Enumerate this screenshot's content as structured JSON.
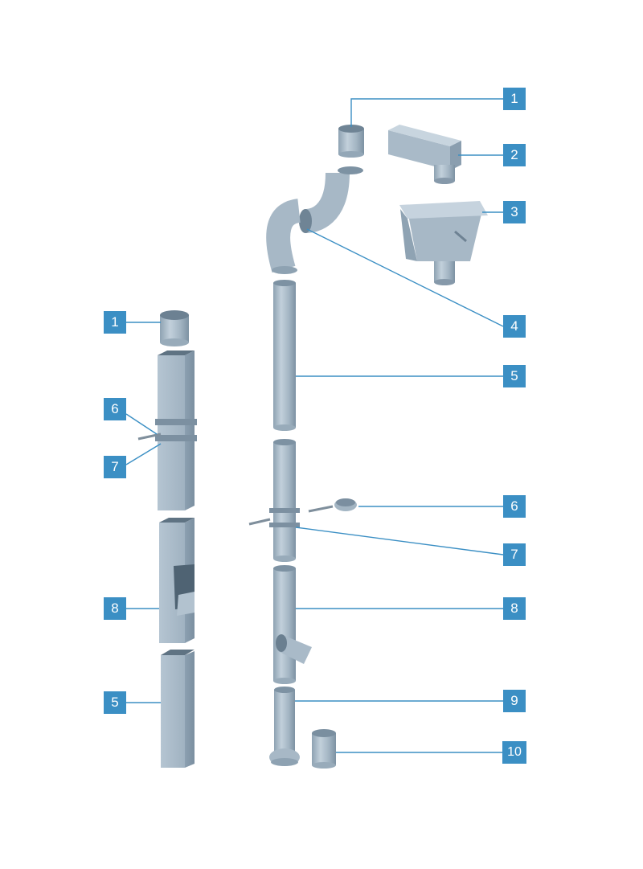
{
  "colors": {
    "metal": "#a6b7c5",
    "metal_dark": "#7f93a3",
    "metal_light": "#c9d6e0",
    "callout": "#3b8fc4",
    "leader": "#3b8fc4"
  },
  "callouts": {
    "r1": "1",
    "r2": "2",
    "r3": "3",
    "r4": "4",
    "r5": "5",
    "r6": "6",
    "r7": "7",
    "r8": "8",
    "r9": "9",
    "r10": "10",
    "l1": "1",
    "l6": "6",
    "l7": "7",
    "l8": "8",
    "l5": "5"
  }
}
